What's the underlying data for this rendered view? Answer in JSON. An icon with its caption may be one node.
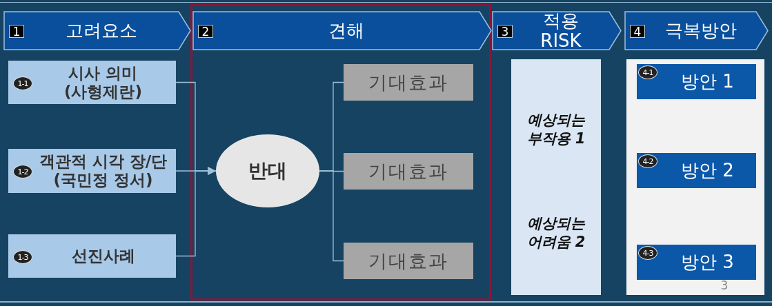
{
  "diagram": {
    "nodes": [
      {
        "text": [
          "1",
          "고려요소"
        ]
      },
      {
        "text": [
          "2",
          "견해"
        ]
      },
      {
        "text": [
          "3",
          "적용 RISK"
        ]
      },
      {
        "text": [
          "4",
          "극복방안"
        ]
      },
      {
        "text": [
          "1-1",
          "시사 의미 (사형제란)"
        ]
      },
      {
        "text": [
          "1-2",
          "객관적 시각 장/단 (국민정 정서)"
        ]
      },
      {
        "text": [
          "1-3",
          "선진사례"
        ]
      },
      {
        "text": [
          "반대"
        ]
      },
      {
        "text": [
          "기대효과"
        ]
      },
      {
        "text": [
          "기대효과"
        ]
      },
      {
        "text": [
          "기대효과"
        ]
      },
      {
        "text": [
          "예상되는 부작용 1",
          "예상되는 어려움 2"
        ]
      },
      {
        "text": [],
        "shape": "box"
      },
      {
        "text": [
          "4-1",
          "방안 1"
        ],
        "in": 12
      },
      {
        "text": [
          "4-2",
          "방안 2"
        ],
        "in": 12
      },
      {
        "text": [
          "4-3",
          "방안 3"
        ],
        "in": 12
      }
    ],
    "edges": [
      {
        "from": 4,
        "to": 7,
        "arrow": "to"
      },
      {
        "from": 5,
        "to": 7,
        "arrow": "to"
      },
      {
        "from": 6,
        "to": 7,
        "arrow": "to"
      },
      {
        "from": 7,
        "to": 8,
        "arrow": "none"
      },
      {
        "from": 7,
        "to": 9,
        "arrow": "none"
      },
      {
        "from": 7,
        "to": 10,
        "arrow": "none"
      }
    ],
    "labels": [
      "3"
    ]
  }
}
